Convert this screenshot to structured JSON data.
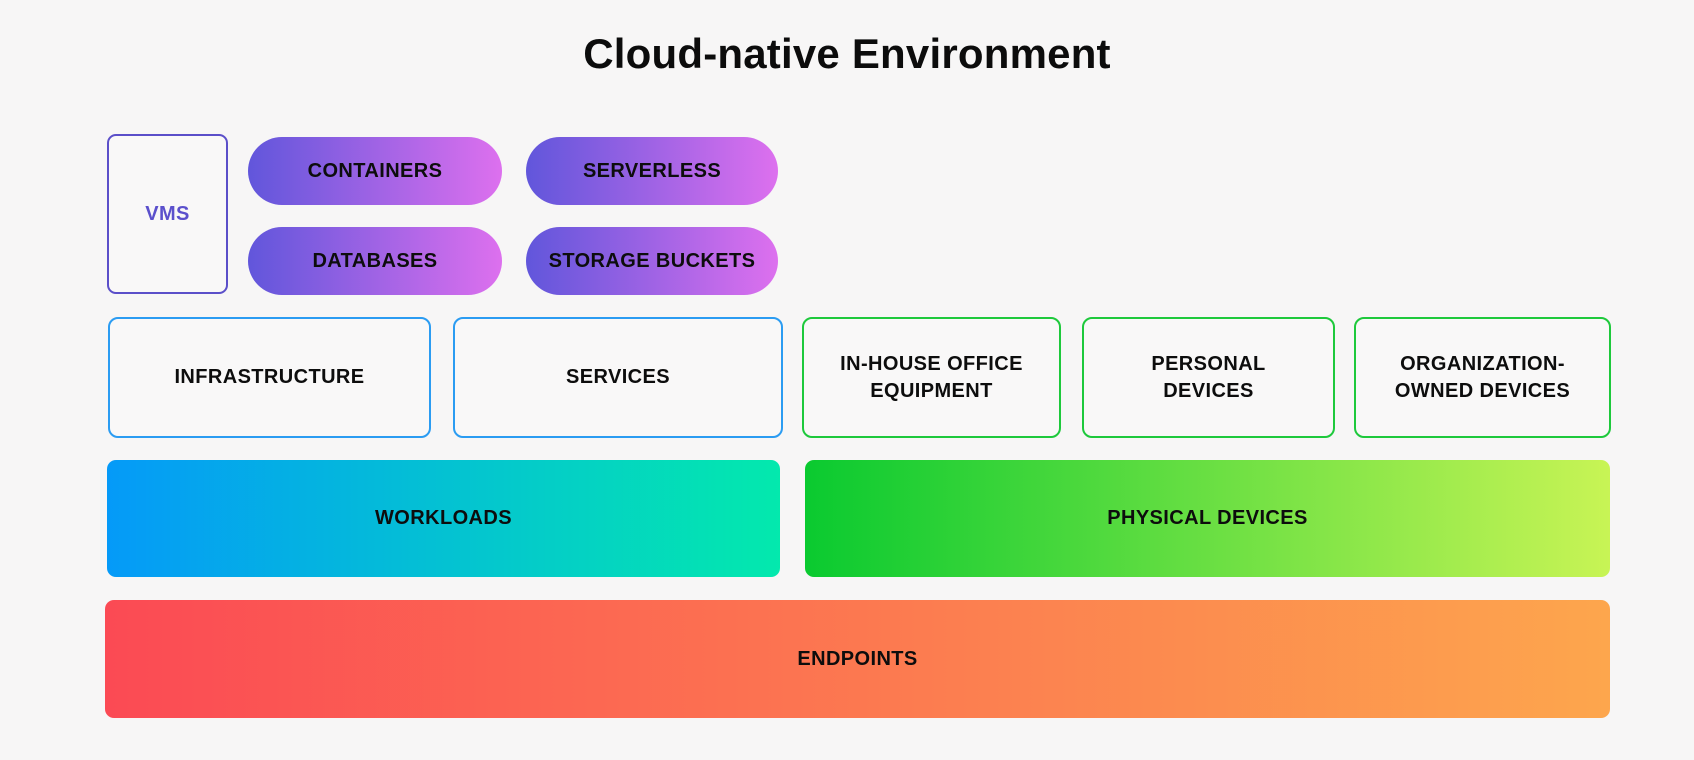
{
  "title": "Cloud-native Environment",
  "diagram": {
    "workloads_group": {
      "vms": "VMS",
      "containers": "CONTAINERS",
      "serverless": "SERVERLESS",
      "databases": "DATABASES",
      "storage_buckets": "STORAGE BUCKETS",
      "infrastructure": "INFRASTRUCTURE",
      "services": "SERVICES",
      "label": "WORKLOADS"
    },
    "physical_group": {
      "in_house_office_equipment": "IN-HOUSE OFFICE EQUIPMENT",
      "personal_devices": "PERSONAL DEVICES",
      "organization_owned_devices": "ORGANIZATION-OWNED DEVICES",
      "label": "PHYSICAL DEVICES"
    },
    "endpoints_label": "ENDPOINTS"
  },
  "colors": {
    "background": "#f7f6f6",
    "text": "#0d0d0d",
    "vms_border": "#5b4fc9",
    "vms_text": "#5b50cc",
    "pill_gradient_start": "#6156db",
    "pill_gradient_end": "#dd70ee",
    "workloads_category_border": "#2b9cf2",
    "physical_category_border": "#1ec93c",
    "workloads_bar_gradient_start": "#059af8",
    "workloads_bar_gradient_end": "#03e9ad",
    "physical_bar_gradient_start": "#0aca30",
    "physical_bar_gradient_end": "#c8f455",
    "endpoints_bar_gradient_start": "#fb4a54",
    "endpoints_bar_gradient_end": "#fda64d"
  }
}
